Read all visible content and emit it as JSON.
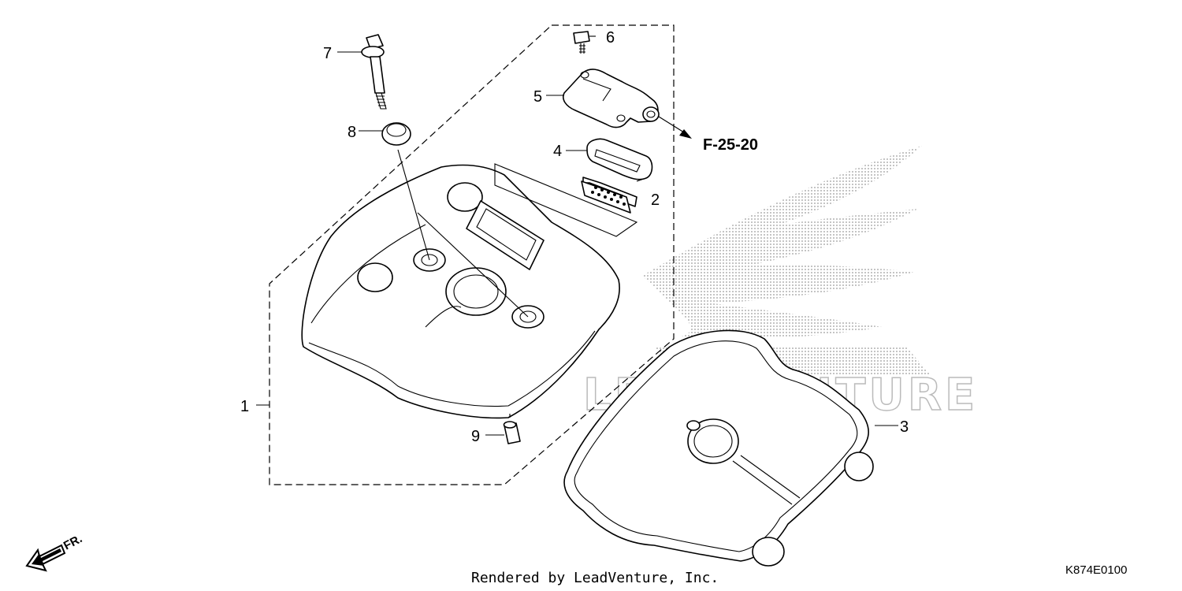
{
  "callouts": {
    "c1": "1",
    "c2": "2",
    "c3": "3",
    "c4": "4",
    "c5": "5",
    "c6": "6",
    "c7": "7",
    "c8": "8",
    "c9": "9"
  },
  "reference": "F-25-20",
  "direction": "FR.",
  "watermark": "LEADVENTURE",
  "footer": "Rendered by LeadVenture, Inc.",
  "diagram_code": "K874E0100"
}
